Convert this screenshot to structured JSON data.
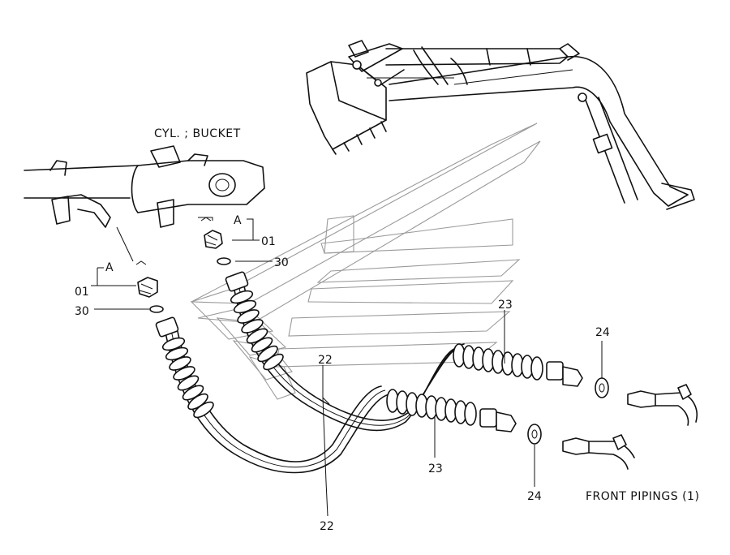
{
  "title": "CYL. ; BUCKET",
  "caption": "FRONT PIPINGS (1)",
  "detail_ref": "A",
  "callouts": {
    "adapter": "01",
    "o_ring": "30",
    "hose_long": "22",
    "hose_short": "23",
    "washer": "24"
  }
}
